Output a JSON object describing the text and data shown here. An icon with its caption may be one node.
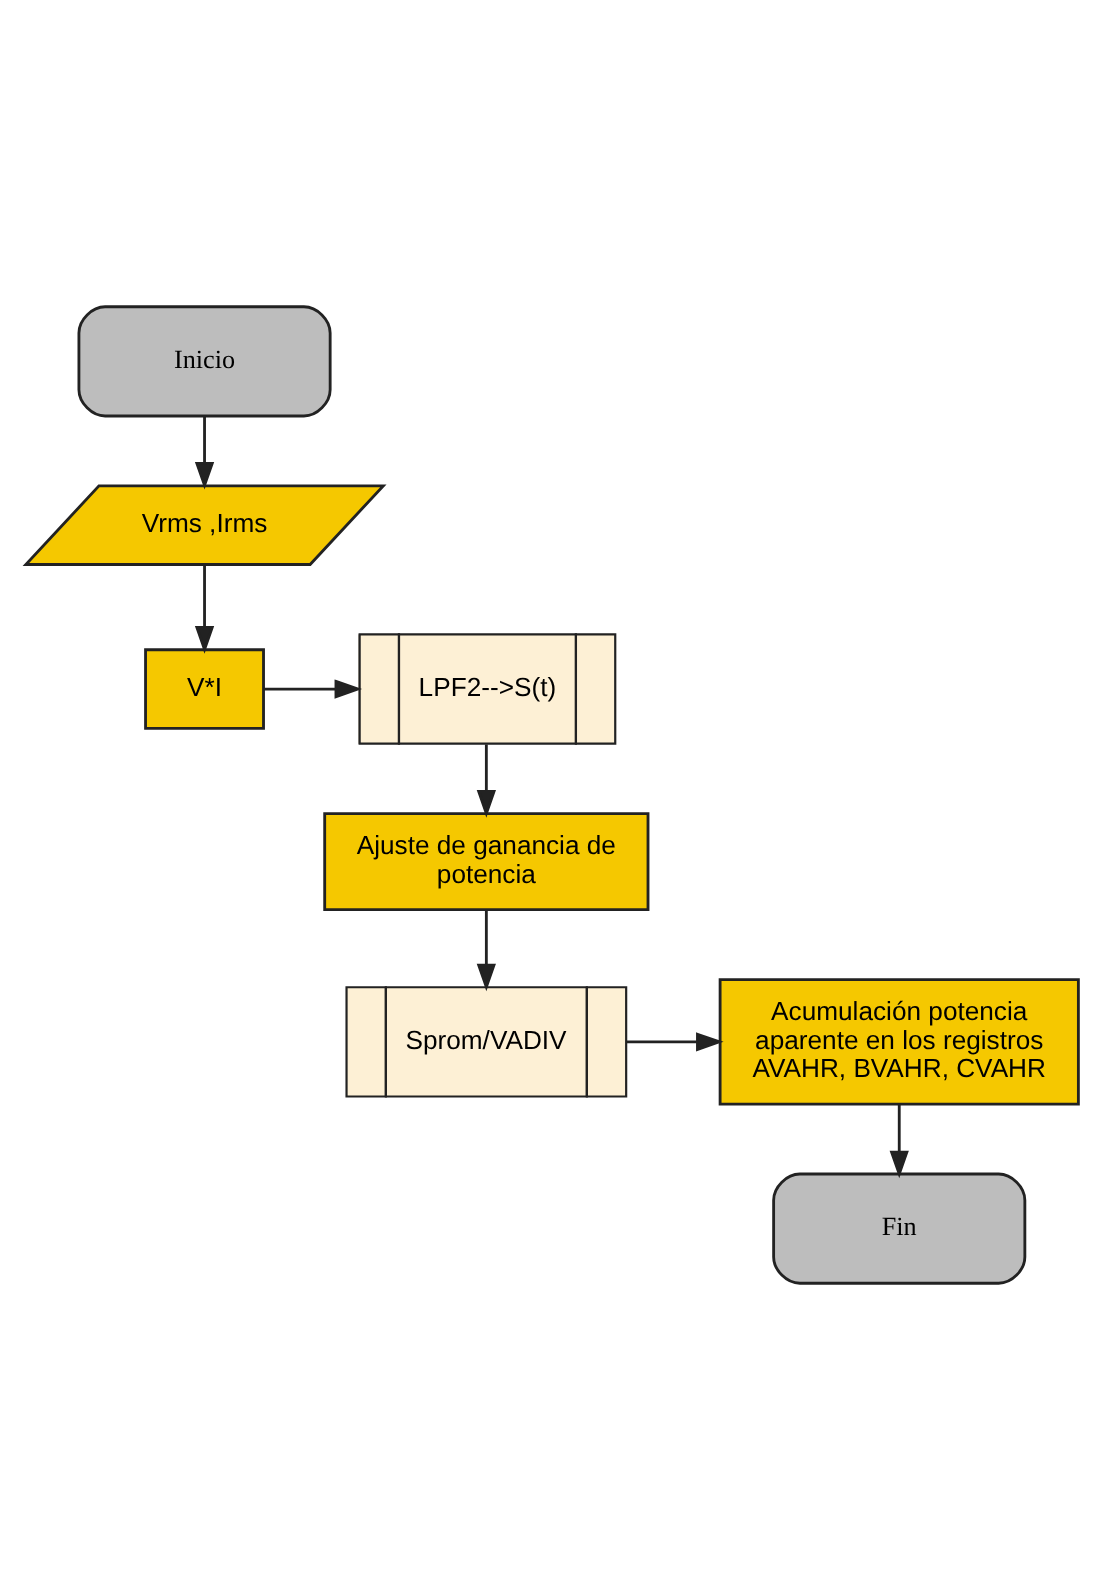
{
  "diagram": {
    "nodes": [
      {
        "text": [
          "Inicio"
        ]
      },
      {
        "text": [
          "Vrms ,Irms"
        ]
      },
      {
        "text": [
          "V*I"
        ]
      },
      {
        "text": [
          "LPF2-->S(t)"
        ]
      },
      {
        "text": [
          "Ajuste de ganancia de potencia"
        ]
      },
      {
        "text": [
          "Sprom/VADIV"
        ]
      },
      {
        "text": [
          "Acumulación potencia aparente en los registros AVAHR, BVAHR, CVAHR"
        ]
      },
      {
        "text": [
          "Fin"
        ]
      }
    ],
    "edges": [
      {
        "from": 0,
        "to": 1,
        "arrow": "to"
      },
      {
        "from": 1,
        "to": 2,
        "arrow": "to"
      },
      {
        "from": 2,
        "to": 3,
        "arrow": "to"
      },
      {
        "from": 3,
        "to": 4,
        "arrow": "to"
      },
      {
        "from": 4,
        "to": 5,
        "arrow": "to"
      },
      {
        "from": 5,
        "to": 6,
        "arrow": "to"
      },
      {
        "from": 6,
        "to": 7,
        "arrow": "to"
      }
    ]
  }
}
